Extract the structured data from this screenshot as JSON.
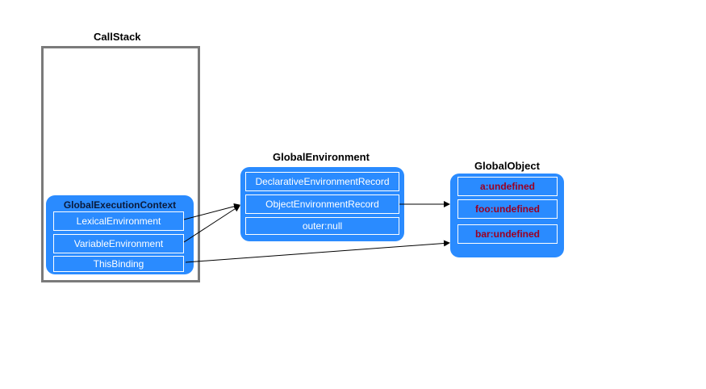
{
  "callstack": {
    "title": "CallStack"
  },
  "global_execution_context": {
    "title": "GlobalExecutionContext",
    "fields": [
      "LexicalEnvironment",
      "VariableEnvironment",
      "ThisBinding"
    ]
  },
  "global_environment": {
    "title": "GlobalEnvironment",
    "fields": [
      "DeclarativeEnvironmentRecord",
      "ObjectEnvironmentRecord",
      "outer:null"
    ]
  },
  "global_object": {
    "title": "GlobalObject",
    "fields": [
      "a:undefined",
      "foo:undefined",
      "bar:undefined"
    ]
  },
  "colors": {
    "panel_fill": "#2a8bff",
    "cell_border": "#ffffff",
    "value_text": "#9a0022",
    "frame_border": "#7a7a7a",
    "arrow": "#000000"
  }
}
